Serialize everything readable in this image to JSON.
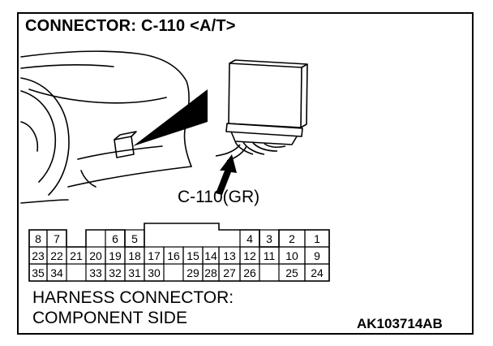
{
  "title": "CONNECTOR: C-110 <A/T>",
  "connector_label": "C-110(GR)",
  "caption_line1": "HARNESS CONNECTOR:",
  "caption_line2": "COMPONENT SIDE",
  "figure_code": "AK103714AB",
  "pins": {
    "row1": [
      "8",
      "7",
      "6",
      "5",
      "4",
      "3",
      "2",
      "1"
    ],
    "row2": [
      "23",
      "22",
      "21",
      "20",
      "19",
      "18",
      "17",
      "16",
      "15",
      "14",
      "13",
      "12",
      "11",
      "10",
      "9"
    ],
    "row3": [
      "35",
      "34",
      "33",
      "32",
      "31",
      "30",
      "29",
      "28",
      "27",
      "26",
      "25",
      "24"
    ]
  }
}
